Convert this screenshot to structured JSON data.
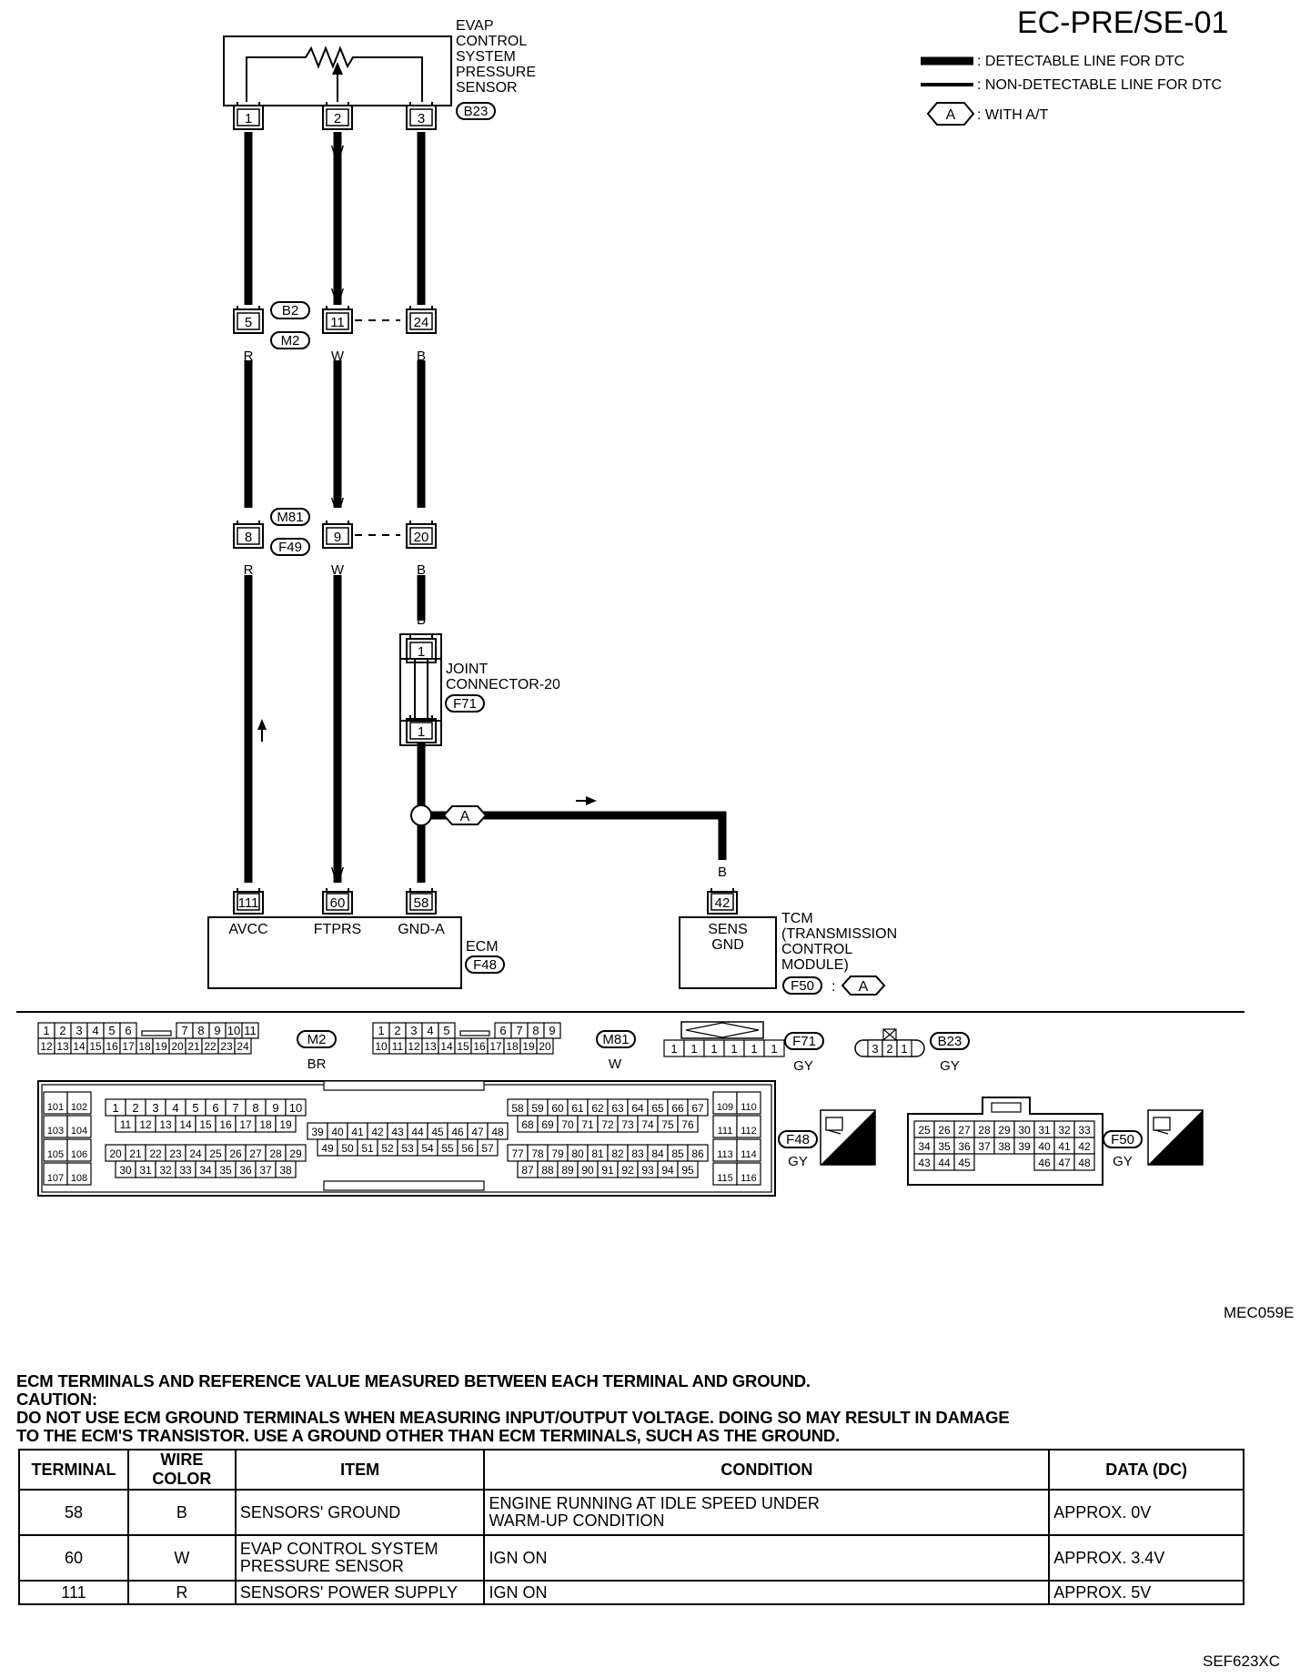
{
  "page_code": "EC-PRE/SE-01",
  "legend": {
    "detectable": ": DETECTABLE LINE FOR DTC",
    "non_detectable": ": NON-DETECTABLE LINE FOR DTC",
    "option_symbol": "A",
    "option_text": ": WITH A/T"
  },
  "sensor": {
    "name_lines": [
      "EVAP",
      "CONTROL",
      "SYSTEM",
      "PRESSURE",
      "SENSOR"
    ],
    "connector": "B23",
    "pins": [
      "1",
      "2",
      "3"
    ]
  },
  "wire_colors": {
    "r": "R",
    "w": "W",
    "b": "B"
  },
  "harness_1": {
    "pins": [
      "5",
      "11",
      "24"
    ],
    "connectors": [
      "B2",
      "M2"
    ]
  },
  "harness_2": {
    "pins": [
      "8",
      "9",
      "20"
    ],
    "connectors": [
      "M81",
      "F49"
    ]
  },
  "joint": {
    "name_lines": [
      "JOINT",
      "CONNECTOR-20"
    ],
    "connector": "F71",
    "pin": "1"
  },
  "ecm": {
    "name": "ECM",
    "connector": "F48",
    "pins": [
      "111",
      "60",
      "58"
    ],
    "pin_labels": [
      "AVCC",
      "FTPRS",
      "GND-A"
    ]
  },
  "tcm": {
    "name_lines": [
      "TCM",
      "(TRANSMISSION",
      "CONTROL",
      "MODULE)"
    ],
    "connector": "F50",
    "pin": "42",
    "pin_labels": [
      "SENS",
      "GND"
    ],
    "option": "A"
  },
  "connector_views": {
    "m2": {
      "id": "M2",
      "color": "BR",
      "top": [
        "1",
        "2",
        "3",
        "4",
        "5",
        "6",
        "",
        "7",
        "8",
        "9",
        "10",
        "11"
      ],
      "bottom": [
        "12",
        "13",
        "14",
        "15",
        "16",
        "17",
        "18",
        "19",
        "20",
        "21",
        "22",
        "23",
        "24"
      ]
    },
    "m81": {
      "id": "M81",
      "color": "W",
      "top": [
        "1",
        "2",
        "3",
        "4",
        "5",
        "",
        "6",
        "7",
        "8",
        "9"
      ],
      "bottom": [
        "10",
        "11",
        "12",
        "13",
        "14",
        "15",
        "16",
        "17",
        "18",
        "19",
        "20"
      ]
    },
    "f71": {
      "id": "F71",
      "color": "GY",
      "pins": [
        "1",
        "1",
        "1",
        "1",
        "1",
        "1"
      ]
    },
    "b23": {
      "id": "B23",
      "color": "GY",
      "pins": [
        "3",
        "2",
        "1"
      ]
    },
    "f48": {
      "id": "F48",
      "color": "GY",
      "hs": "H.S.",
      "rows_left": [
        [
          "101",
          "102"
        ],
        [
          "103",
          "104"
        ],
        [
          "105",
          "106"
        ],
        [
          "107",
          "108"
        ]
      ],
      "row_a": [
        "1",
        "2",
        "3",
        "4",
        "5",
        "6",
        "7",
        "8",
        "9",
        "10"
      ],
      "row_b": [
        "11",
        "12",
        "13",
        "14",
        "15",
        "16",
        "17",
        "18",
        "19"
      ],
      "row_c": [
        "20",
        "21",
        "22",
        "23",
        "24",
        "25",
        "26",
        "27",
        "28",
        "29"
      ],
      "row_d": [
        "30",
        "31",
        "32",
        "33",
        "34",
        "35",
        "36",
        "37",
        "38"
      ],
      "row_e": [
        "39",
        "40",
        "41",
        "42",
        "43",
        "44",
        "45",
        "46",
        "47",
        "48"
      ],
      "row_f": [
        "49",
        "50",
        "51",
        "52",
        "53",
        "54",
        "55",
        "56",
        "57"
      ],
      "row_g": [
        "58",
        "59",
        "60",
        "61",
        "62",
        "63",
        "64",
        "65",
        "66",
        "67"
      ],
      "row_h": [
        "68",
        "69",
        "70",
        "71",
        "72",
        "73",
        "74",
        "75",
        "76"
      ],
      "row_i": [
        "77",
        "78",
        "79",
        "80",
        "81",
        "82",
        "83",
        "84",
        "85",
        "86"
      ],
      "row_j": [
        "87",
        "88",
        "89",
        "90",
        "91",
        "92",
        "93",
        "94",
        "95"
      ],
      "rows_right": [
        [
          "109",
          "110"
        ],
        [
          "111",
          "112"
        ],
        [
          "113",
          "114"
        ],
        [
          "115",
          "116"
        ]
      ]
    },
    "f50": {
      "id": "F50",
      "color": "GY",
      "hs": "H.S.",
      "row1": [
        "25",
        "26",
        "27",
        "28",
        "29",
        "30",
        "31",
        "32",
        "33"
      ],
      "row2": [
        "34",
        "35",
        "36",
        "37",
        "38",
        "39",
        "40",
        "41",
        "42"
      ],
      "row3a": [
        "43",
        "44",
        "45"
      ],
      "row3b": [
        "46",
        "47",
        "48"
      ]
    }
  },
  "figure_code_1": "MEC059E",
  "caption": {
    "line1": "ECM TERMINALS AND REFERENCE VALUE MEASURED BETWEEN EACH TERMINAL AND GROUND.",
    "line2": "CAUTION:",
    "line3": "DO NOT USE ECM GROUND TERMINALS WHEN MEASURING INPUT/OUTPUT VOLTAGE. DOING SO MAY RESULT IN DAMAGE",
    "line4": "TO THE ECM'S TRANSISTOR. USE A GROUND OTHER THAN ECM TERMINALS, SUCH AS THE GROUND."
  },
  "table": {
    "headers": [
      "TERMINAL",
      "WIRE COLOR",
      "ITEM",
      "CONDITION",
      "DATA (DC)"
    ],
    "rows": [
      {
        "terminal": "58",
        "wire": "B",
        "item": [
          "SENSORS' GROUND"
        ],
        "condition": [
          "ENGINE RUNNING AT IDLE SPEED UNDER",
          "WARM-UP CONDITION"
        ],
        "data": "APPROX. 0V"
      },
      {
        "terminal": "60",
        "wire": "W",
        "item": [
          "EVAP CONTROL SYSTEM",
          "PRESSURE SENSOR"
        ],
        "condition": [
          "IGN ON"
        ],
        "data": "APPROX. 3.4V"
      },
      {
        "terminal": "111",
        "wire": "R",
        "item": [
          "SENSORS' POWER SUPPLY"
        ],
        "condition": [
          "IGN ON"
        ],
        "data": "APPROX. 5V"
      }
    ]
  },
  "figure_code_2": "SEF623XC"
}
